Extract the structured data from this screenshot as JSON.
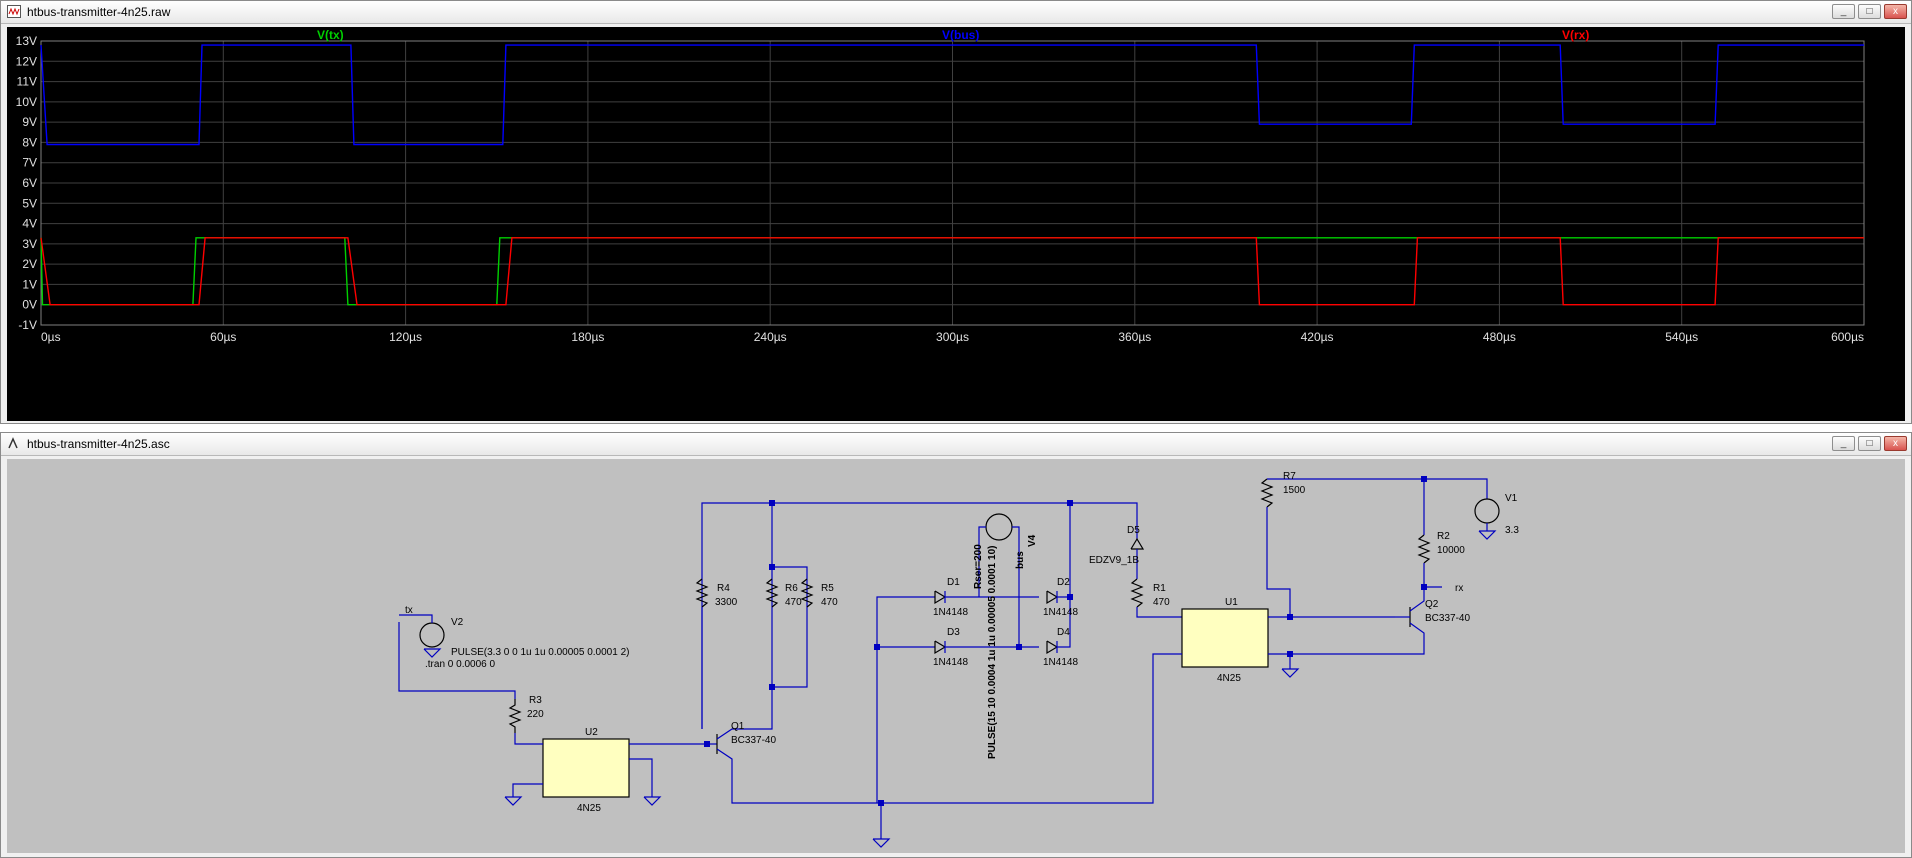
{
  "plot_window": {
    "title": "htbus-transmitter-4n25.raw",
    "controls": {
      "minimize": "_",
      "restore": "□",
      "close": "x"
    }
  },
  "schematic_window": {
    "title": "htbus-transmitter-4n25.asc",
    "controls": {
      "minimize": "_",
      "restore": "□",
      "close": "x"
    }
  },
  "colors": {
    "tx": "#00d000",
    "bus": "#0000ff",
    "rx": "#ff0000",
    "grid": "#404040",
    "wire": "#0000c0",
    "axis_text": "#e0e0e0",
    "plot_bg": "#000000",
    "sch_bg": "#c0c0c0"
  },
  "chart_data": {
    "type": "line",
    "xlabel": "",
    "ylabel": "",
    "xlim": [
      0,
      600
    ],
    "ylim": [
      -1,
      13
    ],
    "x_ticks": [
      0,
      60,
      120,
      180,
      240,
      300,
      360,
      420,
      480,
      540,
      600
    ],
    "x_tick_labels": [
      "0µs",
      "60µs",
      "120µs",
      "180µs",
      "240µs",
      "300µs",
      "360µs",
      "420µs",
      "480µs",
      "540µs",
      "600µs"
    ],
    "y_ticks": [
      13,
      12,
      11,
      10,
      9,
      8,
      7,
      6,
      5,
      4,
      3,
      2,
      1,
      0,
      -1
    ],
    "y_tick_labels": [
      "13V",
      "12V",
      "11V",
      "10V",
      "9V",
      "8V",
      "7V",
      "6V",
      "5V",
      "4V",
      "3V",
      "2V",
      "1V",
      "0V",
      "-1V"
    ],
    "grid": true,
    "series": [
      {
        "name": "V(tx)",
        "key": "tx",
        "points": [
          [
            0,
            3.3
          ],
          [
            0.5,
            0
          ],
          [
            50,
            0
          ],
          [
            51,
            3.3
          ],
          [
            100,
            3.3
          ],
          [
            101,
            0
          ],
          [
            150,
            0
          ],
          [
            151,
            3.3
          ],
          [
            600,
            3.3
          ]
        ]
      },
      {
        "name": "V(bus)",
        "key": "bus",
        "points": [
          [
            0,
            12.8
          ],
          [
            2,
            7.9
          ],
          [
            52,
            7.9
          ],
          [
            53,
            12.8
          ],
          [
            102,
            12.8
          ],
          [
            103,
            7.9
          ],
          [
            152,
            7.9
          ],
          [
            153,
            12.8
          ],
          [
            400,
            12.8
          ],
          [
            401,
            8.9
          ],
          [
            451,
            8.9
          ],
          [
            452,
            12.8
          ],
          [
            500,
            12.8
          ],
          [
            501,
            8.9
          ],
          [
            551,
            8.9
          ],
          [
            552,
            12.8
          ],
          [
            600,
            12.8
          ]
        ]
      },
      {
        "name": "V(rx)",
        "key": "rx",
        "points": [
          [
            0,
            3.3
          ],
          [
            3,
            0
          ],
          [
            52,
            0
          ],
          [
            54,
            3.3
          ],
          [
            101,
            3.3
          ],
          [
            104,
            0
          ],
          [
            153,
            0
          ],
          [
            155,
            3.3
          ],
          [
            400,
            3.3
          ],
          [
            401,
            0
          ],
          [
            452,
            0
          ],
          [
            453,
            3.3
          ],
          [
            500,
            3.3
          ],
          [
            501,
            0
          ],
          [
            551,
            0
          ],
          [
            552,
            3.3
          ],
          [
            600,
            3.3
          ]
        ]
      }
    ]
  },
  "schematic": {
    "labels": {
      "tx": "tx",
      "V2": "V2",
      "v2_pulse": "PULSE(3.3 0 0 1u 1u 0.00005 0.0001 2)",
      "tran": ".tran 0 0.0006 0",
      "R3": "R3",
      "R3v": "220",
      "U2": "U2",
      "U2m": "4N25",
      "R4": "R4",
      "R4v": "3300",
      "R6": "R6",
      "R6v": "470",
      "R5": "R5",
      "R5v": "470",
      "Q1": "Q1",
      "Q1m": "BC337-40",
      "D1": "D1",
      "D1m": "1N4148",
      "D3": "D3",
      "D3m": "1N4148",
      "D2": "D2",
      "D2m": "1N4148",
      "D4": "D4",
      "D4m": "1N4148",
      "rser": "Rser=200",
      "bus_pulse": "PULSE(15 10 0.0004 1u 1u 0.00005 0.0001 10)",
      "bus": "bus",
      "V4": "V4",
      "D5": "D5",
      "D5m": "EDZV9_1B",
      "R1": "R1",
      "R1v": "470",
      "U1": "U1",
      "U1m": "4N25",
      "R7": "R7",
      "R7v": "1500",
      "R2": "R2",
      "R2v": "10000",
      "Q2": "Q2",
      "Q2m": "BC337-40",
      "rx": "rx",
      "V1": "V1",
      "V1v": "3.3"
    }
  }
}
